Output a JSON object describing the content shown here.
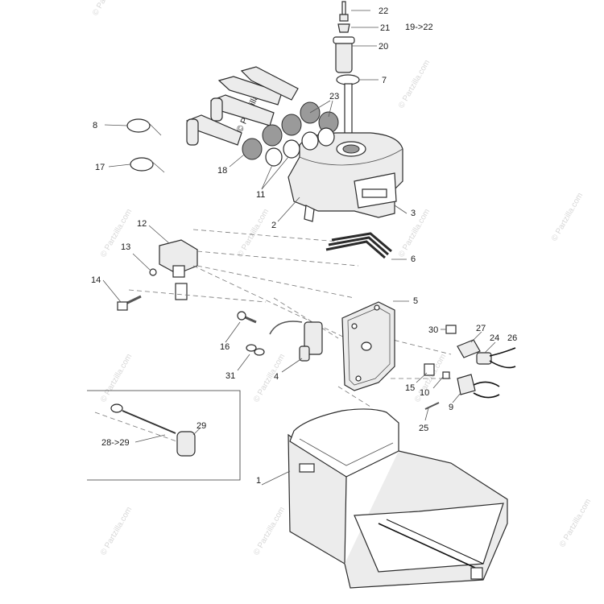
{
  "watermark": {
    "main": "© Partzilla.com",
    "repeat": "© Partzilla.com"
  },
  "callouts": [
    {
      "id": "c22",
      "text": "22"
    },
    {
      "id": "c21",
      "text": "21"
    },
    {
      "id": "c20",
      "text": "20"
    },
    {
      "id": "c19-22",
      "text": "19->22"
    },
    {
      "id": "c7",
      "text": "7"
    },
    {
      "id": "c23",
      "text": "23"
    },
    {
      "id": "c8",
      "text": "8"
    },
    {
      "id": "c17",
      "text": "17"
    },
    {
      "id": "c18",
      "text": "18"
    },
    {
      "id": "c11",
      "text": "11"
    },
    {
      "id": "c2",
      "text": "2"
    },
    {
      "id": "c3",
      "text": "3"
    },
    {
      "id": "c12",
      "text": "12"
    },
    {
      "id": "c13",
      "text": "13"
    },
    {
      "id": "c14",
      "text": "14"
    },
    {
      "id": "c6",
      "text": "6"
    },
    {
      "id": "c5",
      "text": "5"
    },
    {
      "id": "c16",
      "text": "16"
    },
    {
      "id": "c31",
      "text": "31"
    },
    {
      "id": "c4",
      "text": "4"
    },
    {
      "id": "c30",
      "text": "30"
    },
    {
      "id": "c27",
      "text": "27"
    },
    {
      "id": "c24",
      "text": "24"
    },
    {
      "id": "c26",
      "text": "26"
    },
    {
      "id": "c15",
      "text": "15"
    },
    {
      "id": "c10",
      "text": "10"
    },
    {
      "id": "c9",
      "text": "9"
    },
    {
      "id": "c25",
      "text": "25"
    },
    {
      "id": "c29",
      "text": "29"
    },
    {
      "id": "c28-29",
      "text": "28->29"
    },
    {
      "id": "c1",
      "text": "1"
    }
  ]
}
